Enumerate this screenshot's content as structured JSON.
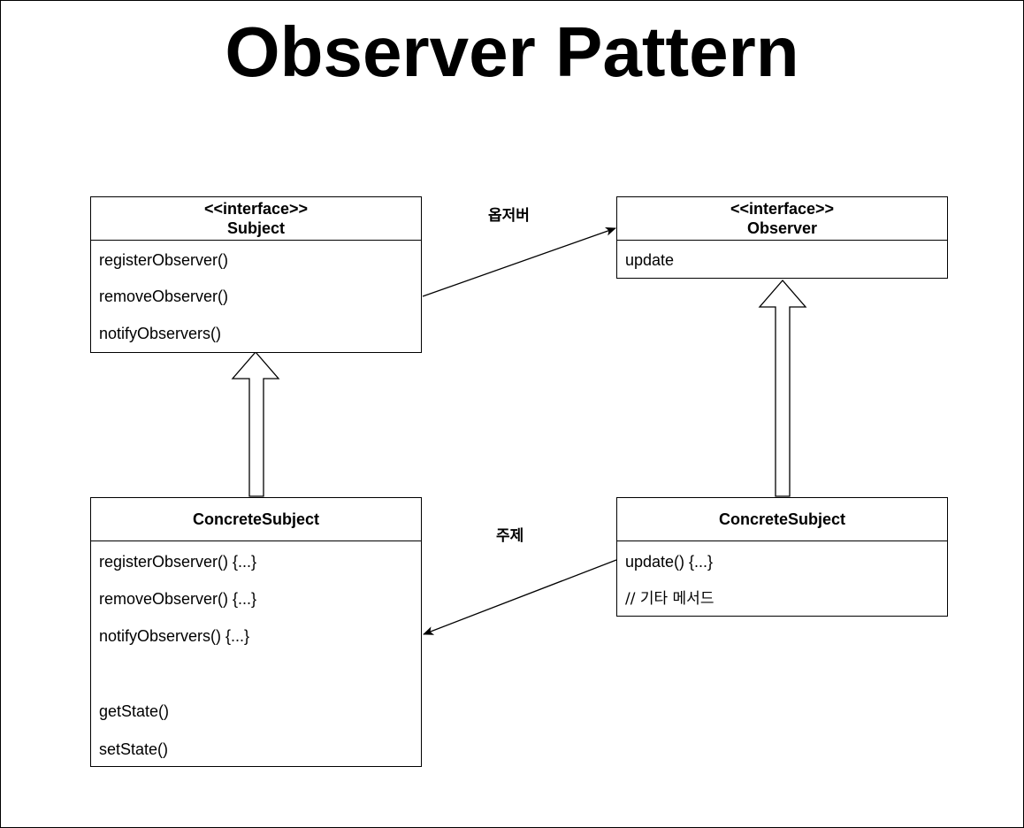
{
  "title": "Observer Pattern",
  "classes": {
    "subject": {
      "stereotype": "<<interface>>",
      "name": "Subject",
      "methods": [
        "registerObserver()",
        "removeObserver()",
        "notifyObservers()"
      ]
    },
    "observer": {
      "stereotype": "<<interface>>",
      "name": "Observer",
      "methods": [
        "update"
      ]
    },
    "concrete_subject": {
      "name": "ConcreteSubject",
      "methods": [
        "registerObserver() {...}",
        "removeObserver() {...}",
        "notifyObservers() {...}",
        "getState()",
        "setState()"
      ]
    },
    "concrete_observer": {
      "name": "ConcreteSubject",
      "methods": [
        "update() {...}",
        "// 기타 메서드"
      ]
    }
  },
  "edges": {
    "subject_to_observer_label": "옵저버",
    "observer_to_subject_label": "주제"
  }
}
